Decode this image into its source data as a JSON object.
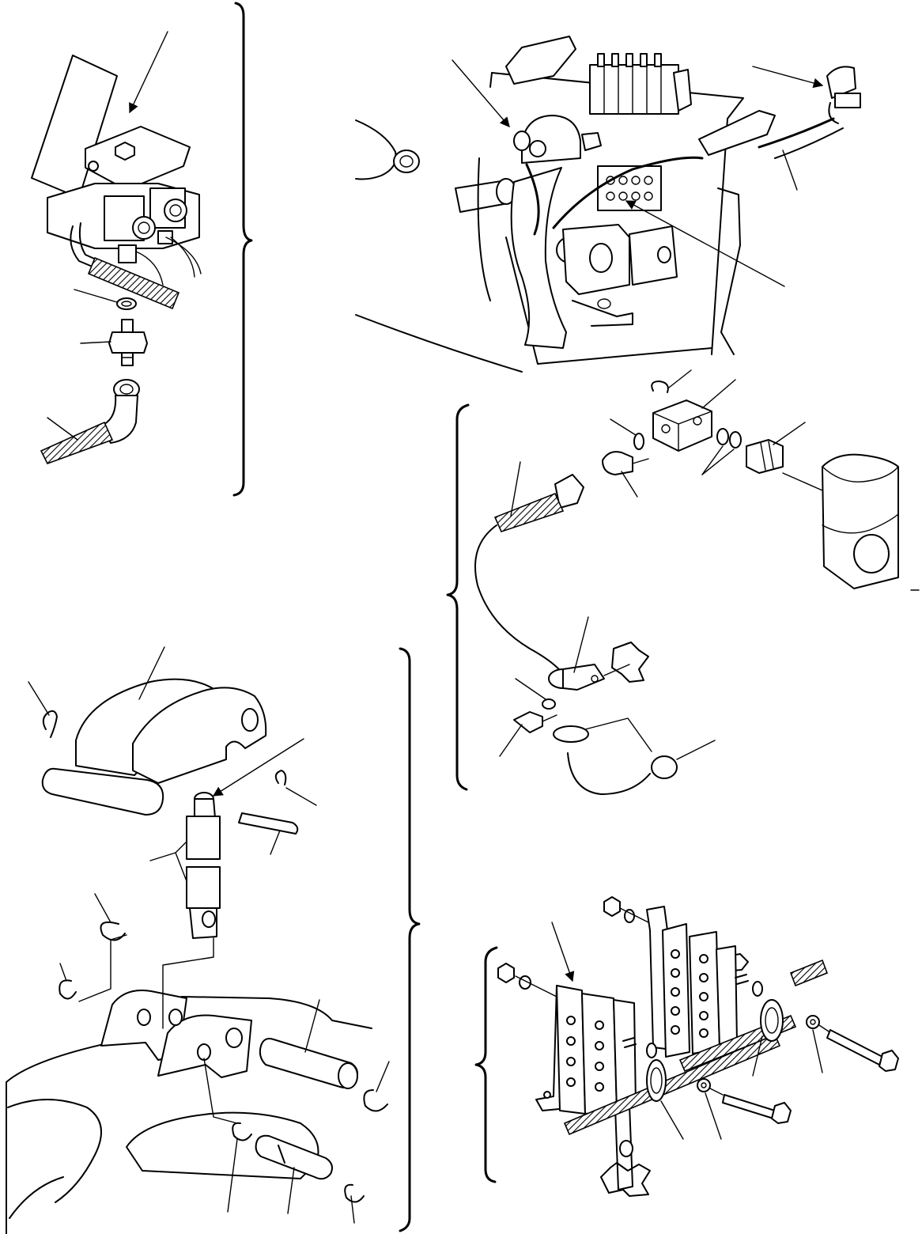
{
  "sheet": {
    "background": "#ffffff",
    "line_color": "#000000"
  },
  "views": [
    {
      "id": "solenoid-valve-fitting",
      "region": "top-left"
    },
    {
      "id": "machine-frame-overview",
      "region": "top-right"
    },
    {
      "id": "bushing-cable-assembly",
      "region": "middle-right"
    },
    {
      "id": "yoke-pin-assembly",
      "region": "bottom-left"
    },
    {
      "id": "hose-clamp-block",
      "region": "bottom-right"
    }
  ]
}
